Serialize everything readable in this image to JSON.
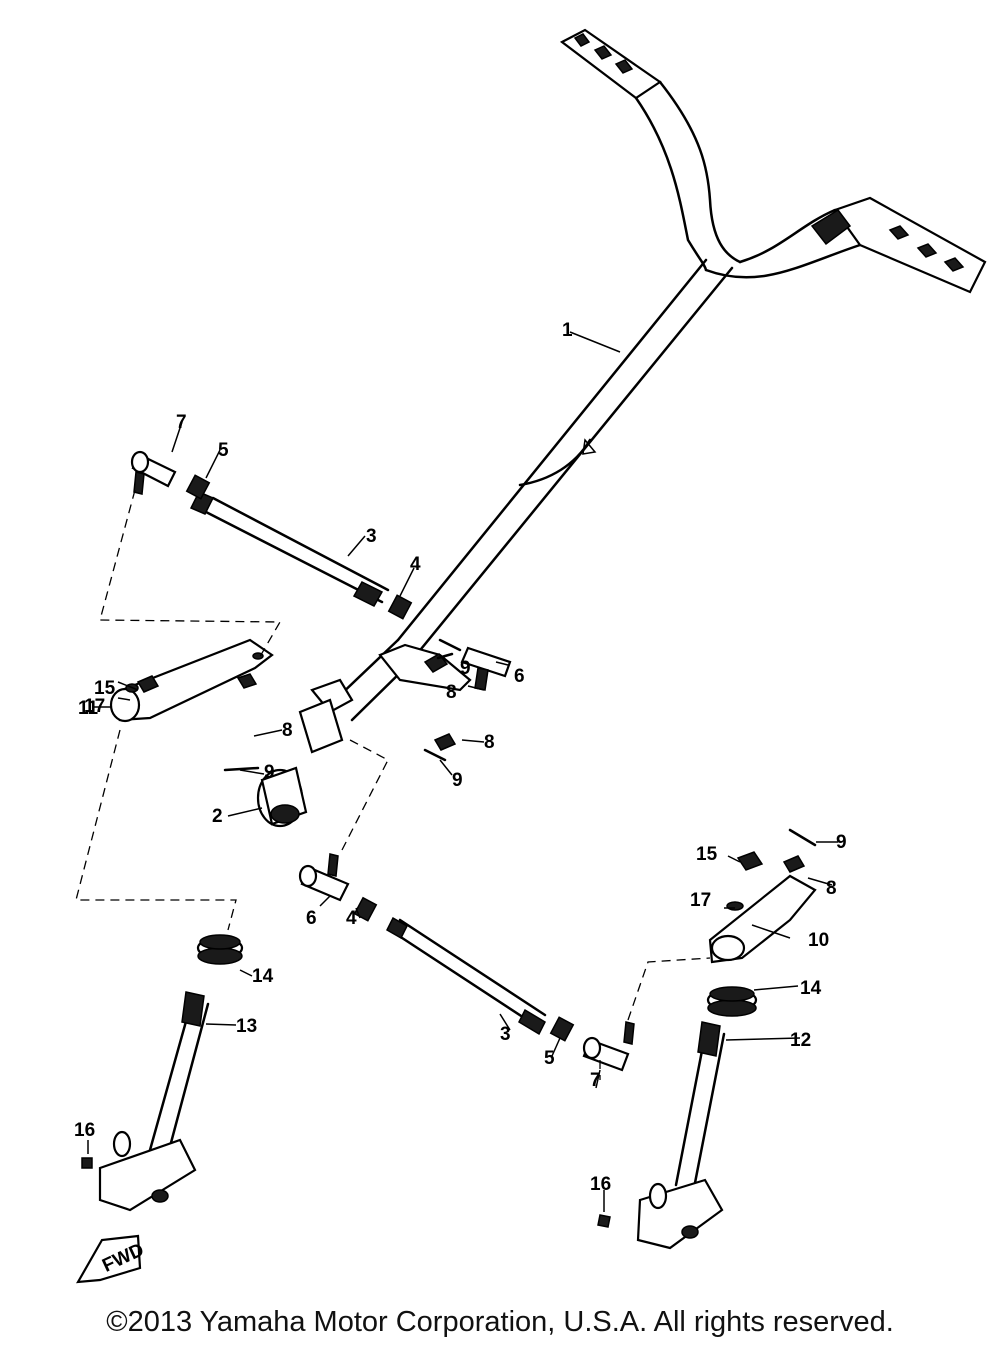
{
  "callouts": [
    "1",
    "2",
    "3",
    "4",
    "5",
    "6",
    "7",
    "8",
    "9",
    "10",
    "11",
    "12",
    "13",
    "14",
    "15",
    "16",
    "17"
  ],
  "fwd_label": "FWD",
  "copyright": "©2013 Yamaha Motor Corporation, U.S.A. All rights reserved."
}
